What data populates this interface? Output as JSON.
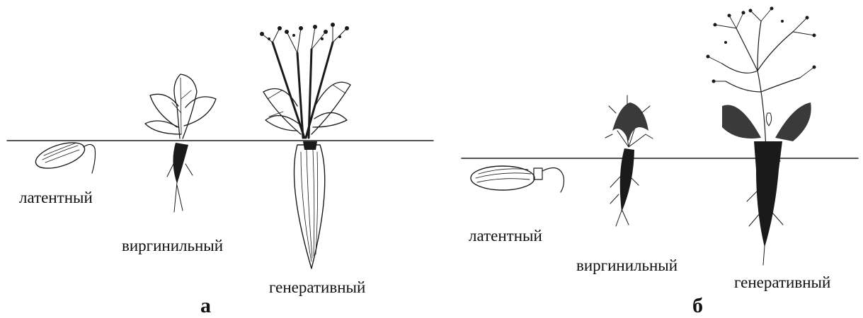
{
  "panels": [
    {
      "letter": "а",
      "stages": {
        "latent": "латентный",
        "virginile": "виргинильный",
        "generative": "генеративный"
      }
    },
    {
      "letter": "б",
      "stages": {
        "latent": "латентный",
        "virginile": "виргинильный",
        "generative": "генеративный"
      }
    }
  ],
  "colors": {
    "ink": "#1a1a1a",
    "background": "#ffffff"
  }
}
